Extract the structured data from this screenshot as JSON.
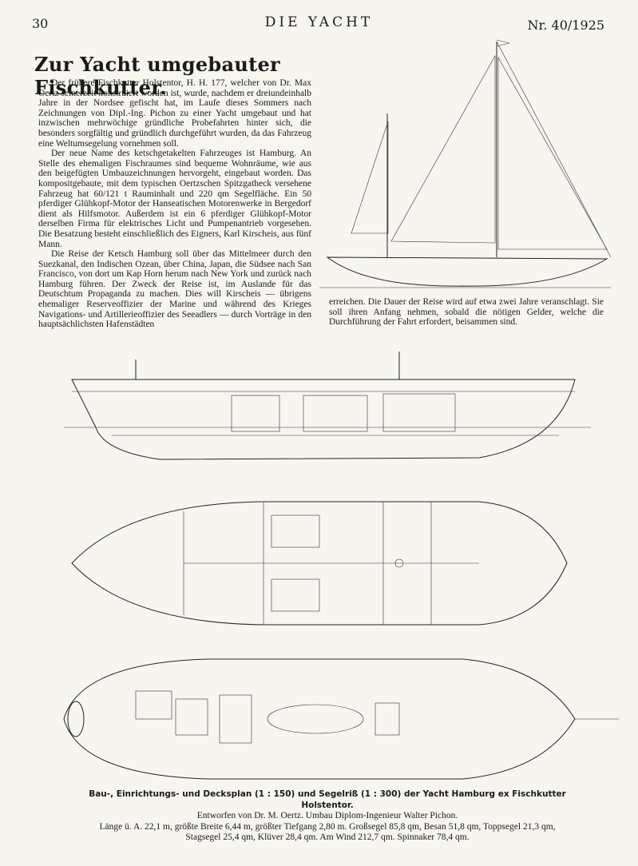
{
  "header": {
    "page_number": "30",
    "magazine": "DIE YACHT",
    "issue": "Nr. 40/1925"
  },
  "article": {
    "title": "Zur Yacht umgebauter Fischkutter.",
    "paragraphs": [
      "Der frühere Fischkutter Holstentor, H. H. 177, welcher von Dr. Max Oertz seinerzeit konstruiert worden ist, wurde, nachdem er dreiundeinhalb Jahre in der Nordsee gefischt hat, im Laufe dieses Sommers nach Zeichnungen von Dipl.-Ing. Pichon zu einer Yacht umgebaut und hat inzwischen mehrwöchige gründliche Probefahrten hinter sich, die besonders sorgfältig und gründlich durchgeführt wurden, da das Fahrzeug eine Weltumsegelung vornehmen soll.",
      "Der neue Name des ketschgetakelten Fahrzeuges ist Hamburg. An Stelle des ehemaligen Fischraumes sind bequeme Wohnräume, wie aus den beigefügten Umbauzeichnungen hervorgeht, eingebaut worden. Das kompositgebaute, mit dem typischen Oertzschen Spitzgatheck versehene Fahrzeug hat 60/121 t Rauminhalt und 220 qm Segelfläche. Ein 50 pferdiger Glühkopf-Motor der Hanseatischen Motorenwerke in Bergedorf dient als Hilfsmotor. Außerdem ist ein 6 pferdiger Glühkopf-Motor derselben Firma für elektrisches Licht und Pumpenantrieb vorgesehen. Die Besatzung besteht einschließlich des Eigners, Karl Kirscheis, aus fünf Mann.",
      "Die Reise der Ketsch Hamburg soll über das Mittelmeer durch den Suezkanal, den Indischen Ozean, über China, Japan, die Südsee nach San Francisco, von dort um Kap Horn herum nach New York und zurück nach Hamburg führen. Der Zweck der Reise ist, im Auslande für das Deutschtum Propaganda zu machen. Dies will Kirscheis — übrigens ehemaliger Reserveoffizier der Marine und während des Krieges Navigations- und Artillerieoffizier des Seeadlers — durch Vorträge in den hauptsächlichsten Hafenstädten"
    ],
    "continuation": "erreichen. Die Dauer der Reise wird auf etwa zwei Jahre veranschlagt. Sie soll ihren Anfang nehmen, sobald die nötigen Gelder, welche die Durchführung der Fahrt erfordert, beisammen sind."
  },
  "figure": {
    "caption_bold": "Bau-, Einrichtungs- und Decksplan (1 : 150) und Segelriß (1 : 300) der Yacht Hamburg ex Fischkutter Holstentor.",
    "caption_line2": "Entworfen von Dr. M. Oertz. Umbau Diplom-Ingenieur Walter Pichon.",
    "caption_line3": "Länge ü. A. 22,1 m, größte Breite 6,44 m, größter Tiefgang 2,80 m. Großsegel 85,8 qm, Besan 51,8 qm, Toppsegel 21,3 qm,",
    "caption_line4": "Stagsegel 25,4 qm, Klüver 28,4 qm. Am Wind 212,7 qm. Spinnaker 78,4 qm."
  }
}
